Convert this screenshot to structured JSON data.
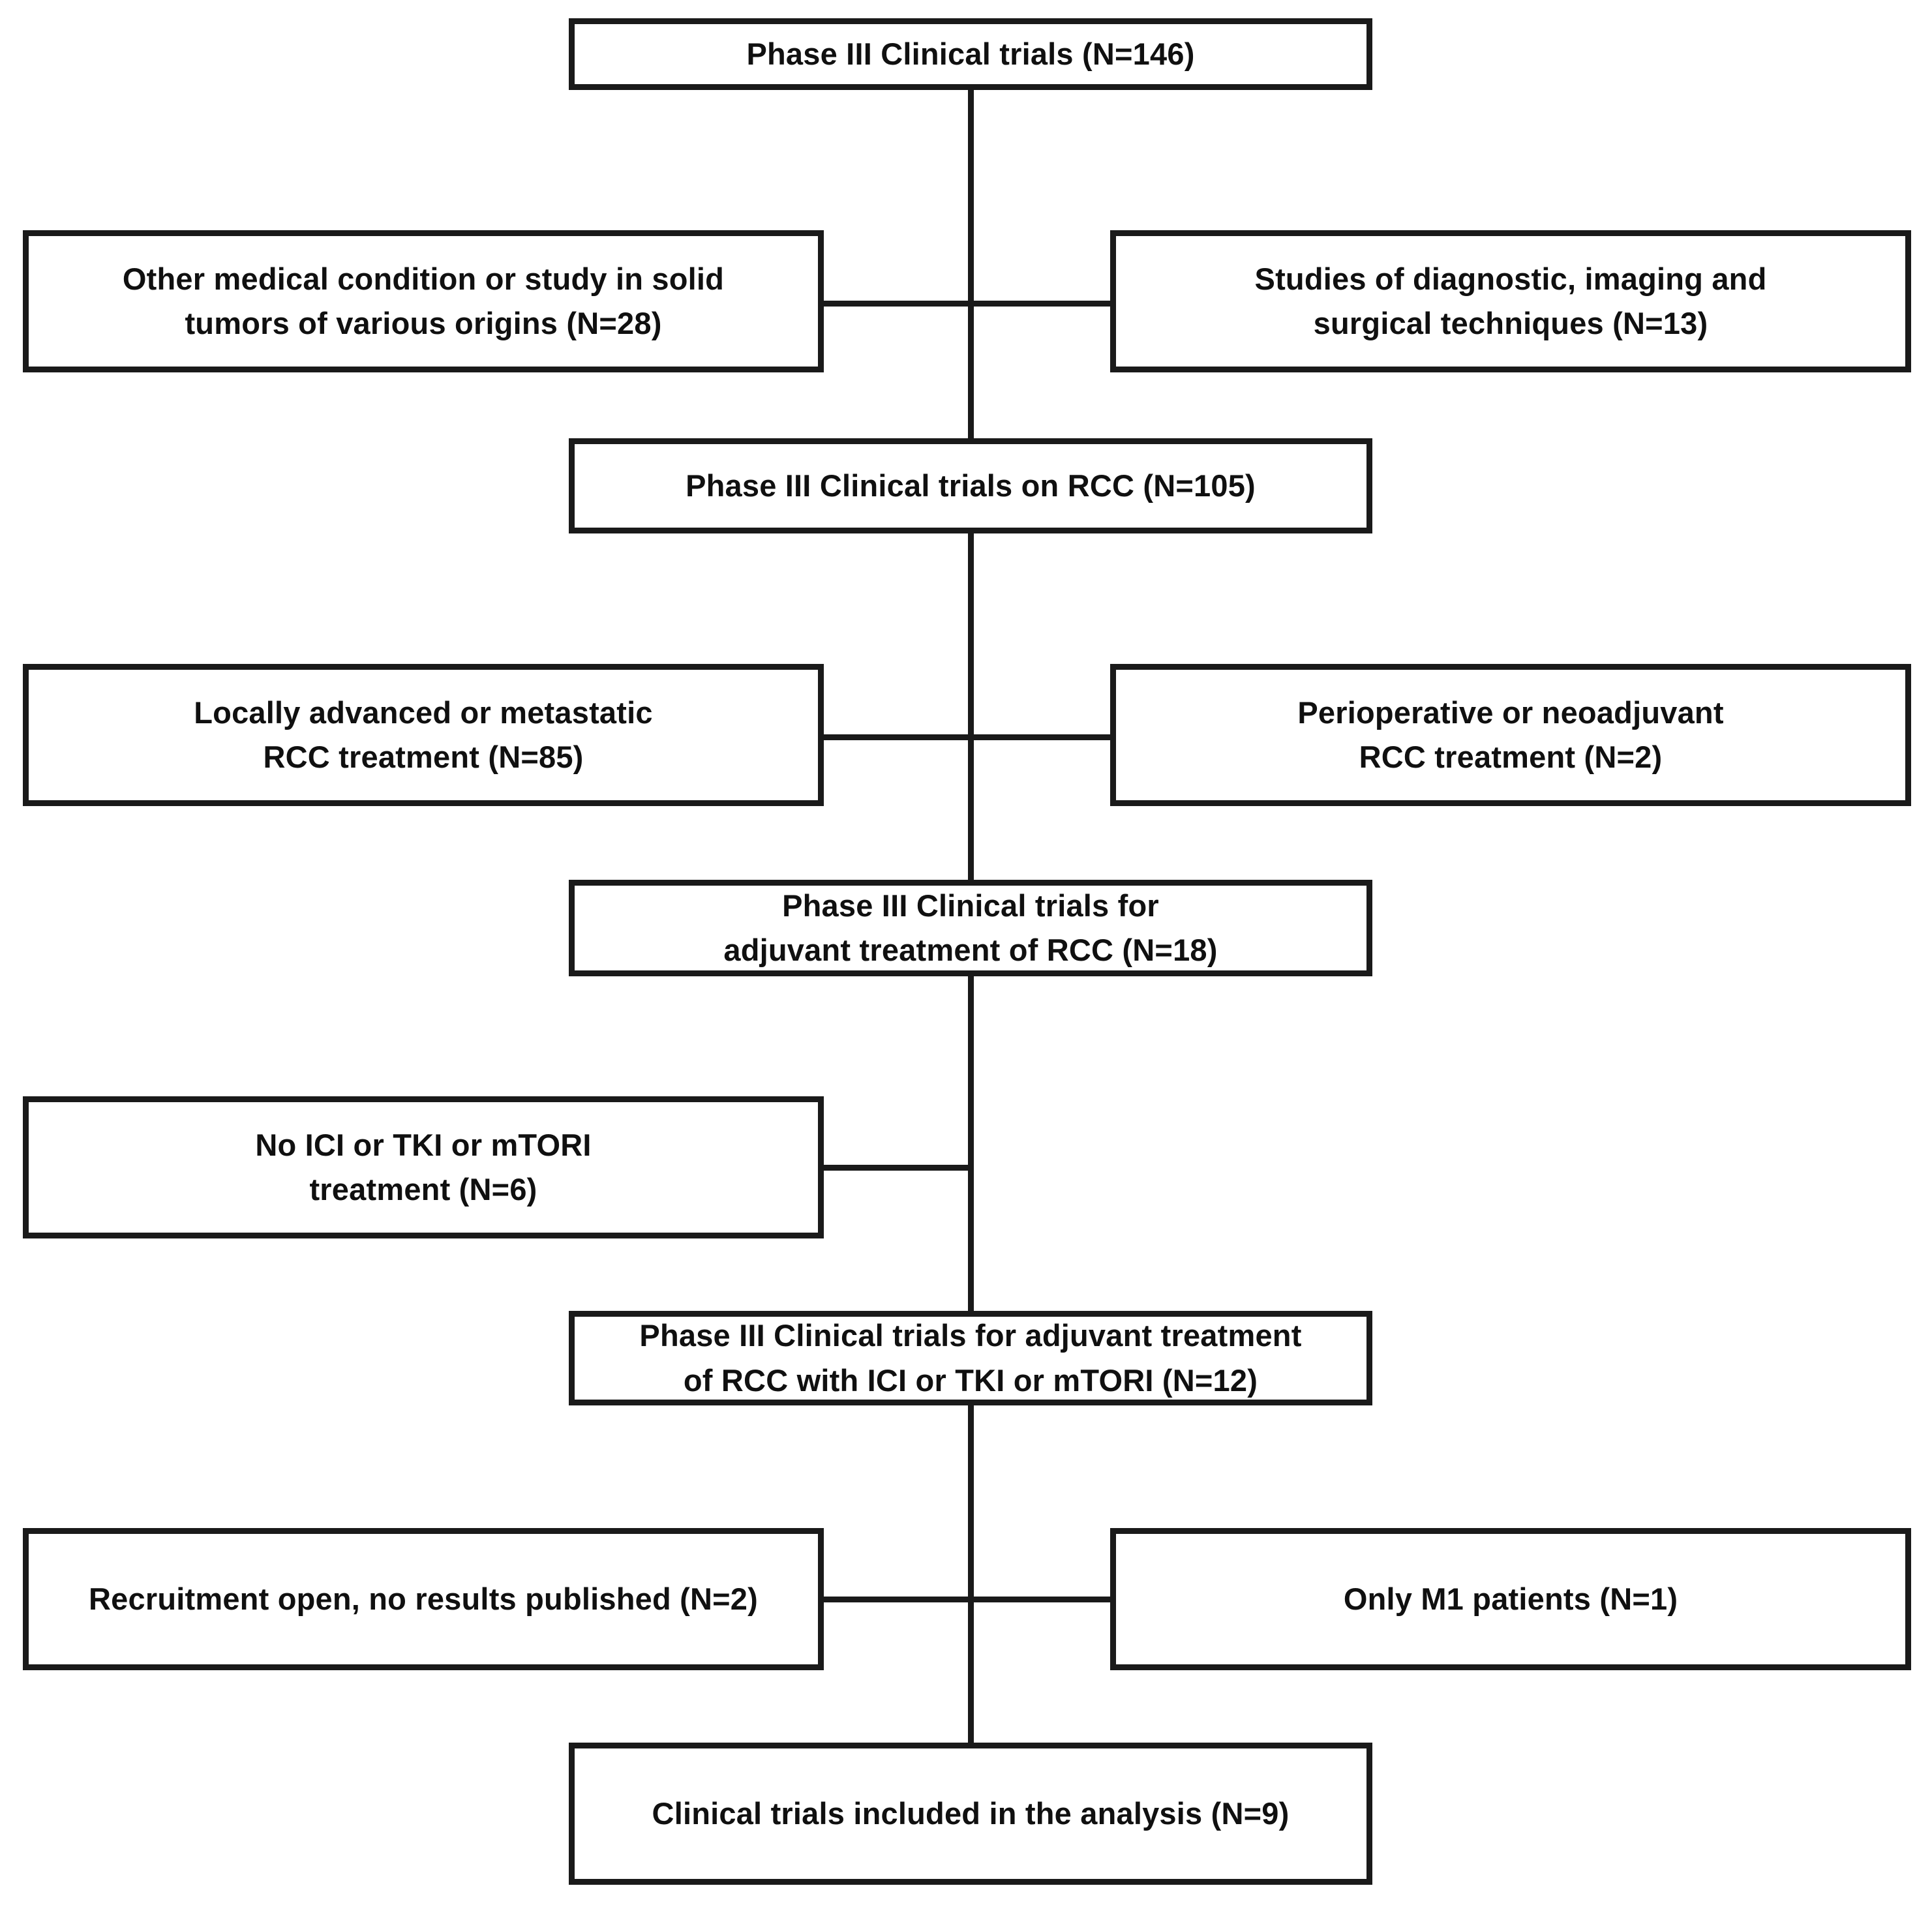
{
  "diagram": {
    "title": "Study selection flowchart",
    "type": "flowchart",
    "accent_color": "#1a1a1a",
    "background_color": "#ffffff"
  },
  "nodes": {
    "step1": {
      "label": "Phase III Clinical trials (N=146)",
      "count": 146
    },
    "exclude1_left": {
      "label": "Other medical condition or study in solid\ntumors of various origins (N=28)",
      "count": 28
    },
    "exclude1_right": {
      "label": "Studies of diagnostic, imaging and\nsurgical techniques (N=13)",
      "count": 13
    },
    "step2": {
      "label": "Phase III Clinical trials on RCC (N=105)",
      "count": 105
    },
    "exclude2_left": {
      "label": "Locally advanced or metastatic\nRCC treatment (N=85)",
      "count": 85
    },
    "exclude2_right": {
      "label": "Perioperative or neoadjuvant\nRCC treatment (N=2)",
      "count": 2
    },
    "step3": {
      "label": "Phase III Clinical trials for\nadjuvant treatment of RCC (N=18)",
      "count": 18
    },
    "exclude3_left": {
      "label": "No ICI or TKI or mTORI\ntreatment (N=6)",
      "count": 6
    },
    "step4": {
      "label": "Phase III Clinical trials  for adjuvant treatment\nof RCC with ICI or TKI or mTORI (N=12)",
      "count": 12
    },
    "exclude4_left": {
      "label": "Recruitment open, no results published (N=2)",
      "count": 2
    },
    "exclude4_right": {
      "label": "Only M1 patients (N=1)",
      "count": 1
    },
    "step5": {
      "label": "Clinical trials included in the analysis (N=9)",
      "count": 9
    }
  }
}
